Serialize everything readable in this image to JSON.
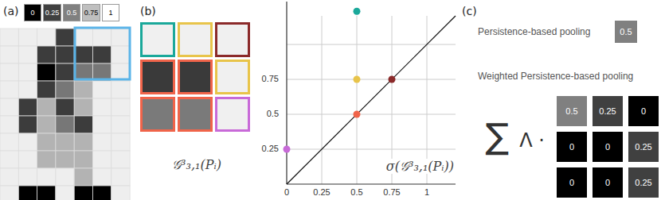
{
  "diagram": {
    "nodes": [
      {
        "text": [
          "0.5"
        ]
      },
      {
        "text": [
          "0.5"
        ]
      },
      {
        "text": [
          "0.25"
        ]
      },
      {
        "text": [
          "0"
        ]
      },
      {
        "text": [
          "0"
        ]
      },
      {
        "text": [
          "0"
        ]
      },
      {
        "text": [
          "0.25"
        ]
      },
      {
        "text": [
          "0"
        ]
      },
      {
        "text": [
          "0"
        ]
      },
      {
        "text": [
          "0.25"
        ]
      }
    ],
    "labels": [
      "(a)",
      "(b)",
      "𝒢³₃,₁(Pᵢ)",
      "0.75",
      "0.5",
      "0.25",
      "0",
      "0.25",
      "0.5",
      "0.75",
      "1",
      "σ(𝒢³₃,₁(Pᵢ))",
      "(c)",
      "Persistence-based pooling",
      "Weighted Persistence-based pooling",
      "∑",
      "Λ ·"
    ],
    "legend": [
      {
        "text": "0",
        "color": "#000000"
      },
      {
        "text": "0.25",
        "color": "#404040"
      },
      {
        "text": "0.5",
        "color": "#808080"
      },
      {
        "text": "0.75",
        "color": "#bfbfbf"
      },
      {
        "text": "1",
        "color": "#ffffff"
      }
    ]
  }
}
